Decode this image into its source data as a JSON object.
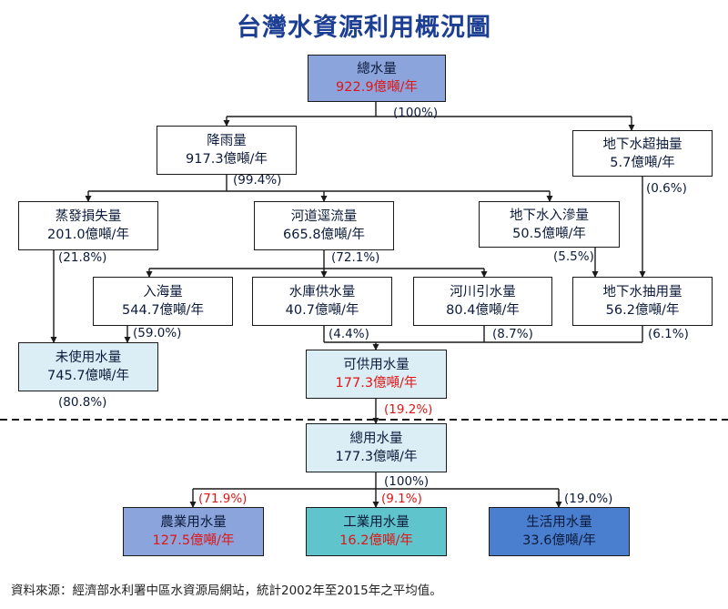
{
  "title": "台灣水資源利用概況圖",
  "unit": "億噸/年",
  "nodes": {
    "total": {
      "name": "總水量",
      "value": "922.9億噸/年"
    },
    "rain": {
      "name": "降雨量",
      "value": "917.3億噸/年"
    },
    "groundwater_over": {
      "name": "地下水超抽量",
      "value": "5.7億噸/年"
    },
    "evaporation": {
      "name": "蒸發損失量",
      "value": "201.0億噸/年"
    },
    "runoff": {
      "name": "河道逕流量",
      "value": "665.8億噸/年"
    },
    "infiltration": {
      "name": "地下水入滲量",
      "value": "50.5億噸/年"
    },
    "sea": {
      "name": "入海量",
      "value": "544.7億噸/年"
    },
    "reservoir": {
      "name": "水庫供水量",
      "value": "40.7億噸/年"
    },
    "river_intake": {
      "name": "河川引水量",
      "value": "80.4億噸/年"
    },
    "groundwater_use": {
      "name": "地下水抽用量",
      "value": "56.2億噸/年"
    },
    "unused": {
      "name": "未使用水量",
      "value": "745.7億噸/年"
    },
    "available": {
      "name": "可供用水量",
      "value": "177.3億噸/年"
    },
    "total_use": {
      "name": "總用水量",
      "value": "177.3億噸/年"
    },
    "agriculture": {
      "name": "農業用水量",
      "value": "127.5億噸/年"
    },
    "industry": {
      "name": "工業用水量",
      "value": "16.2億噸/年"
    },
    "domestic": {
      "name": "生活用水量",
      "value": "33.6億噸/年"
    }
  },
  "percentages": {
    "total": "(100%)",
    "rain": "(99.4%)",
    "groundwater_over": "(0.6%)",
    "evaporation": "(21.8%)",
    "runoff": "(72.1%)",
    "infiltration": "(5.5%)",
    "sea": "(59.0%)",
    "reservoir": "(4.4%)",
    "river_intake": "(8.7%)",
    "groundwater_use": "(6.1%)",
    "unused": "(80.8%)",
    "available": "(19.2%)",
    "total_use": "(100%)",
    "agriculture": "(71.9%)",
    "industry": "(9.1%)",
    "domestic": "(19.0%)"
  },
  "source_note": "資料來源：經濟部水利署中區水資源局網站，統計2002年至2015年之平均值。",
  "colors": {
    "title": "#1c3f94",
    "highlight": "#e01515",
    "box_light": "#dbeef6",
    "box_total": "#8ba4dc",
    "agriculture_fill": "#8ba4dc",
    "industry_fill": "#5fc4cc",
    "domestic_fill": "#4a7fcf"
  }
}
